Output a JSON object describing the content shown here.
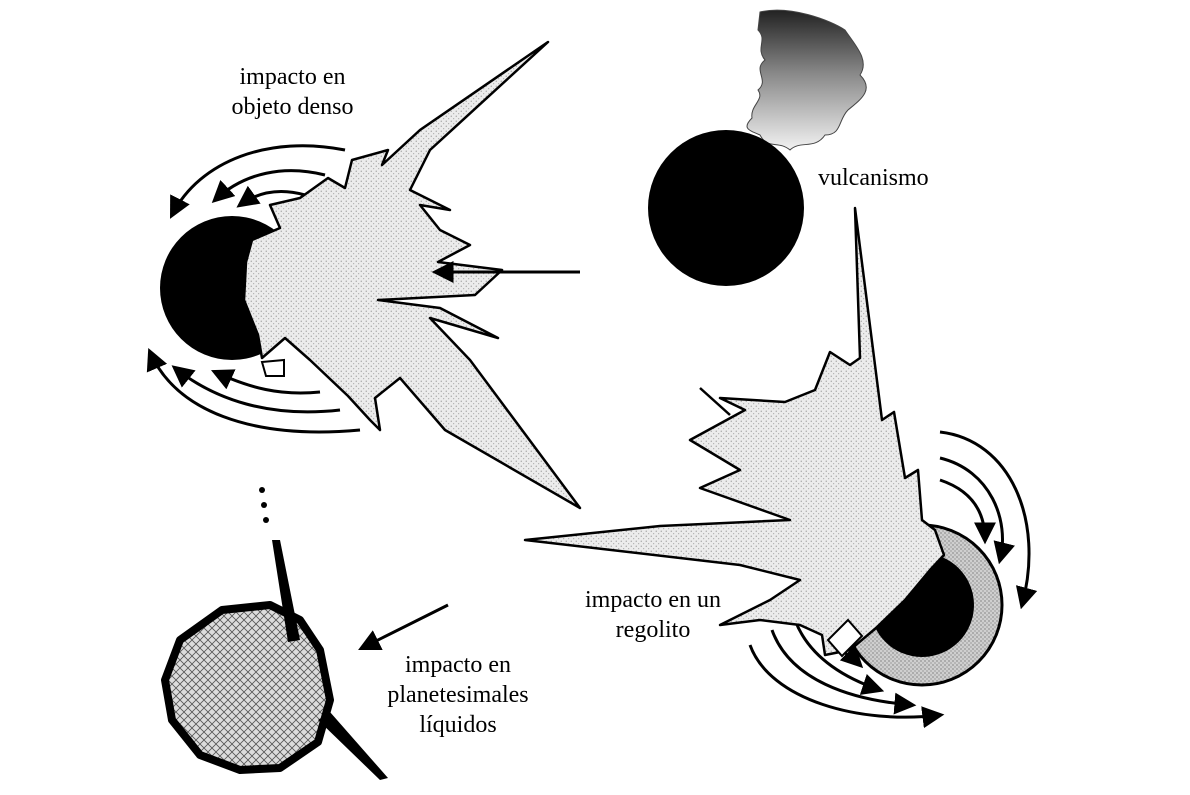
{
  "labels": {
    "dense_impact": [
      "impacto en",
      "objeto denso"
    ],
    "volcanism": "vulcanismo",
    "regolith_impact": [
      "impacto en un",
      "regolito"
    ],
    "liquid_impact": [
      "impacto en",
      "planetesimales",
      "líquidos"
    ]
  },
  "colors": {
    "ink": "#000000",
    "ejecta_fill": "#e9e9e9",
    "regolith_ring": "#c8c8c8",
    "background": "#ffffff"
  }
}
